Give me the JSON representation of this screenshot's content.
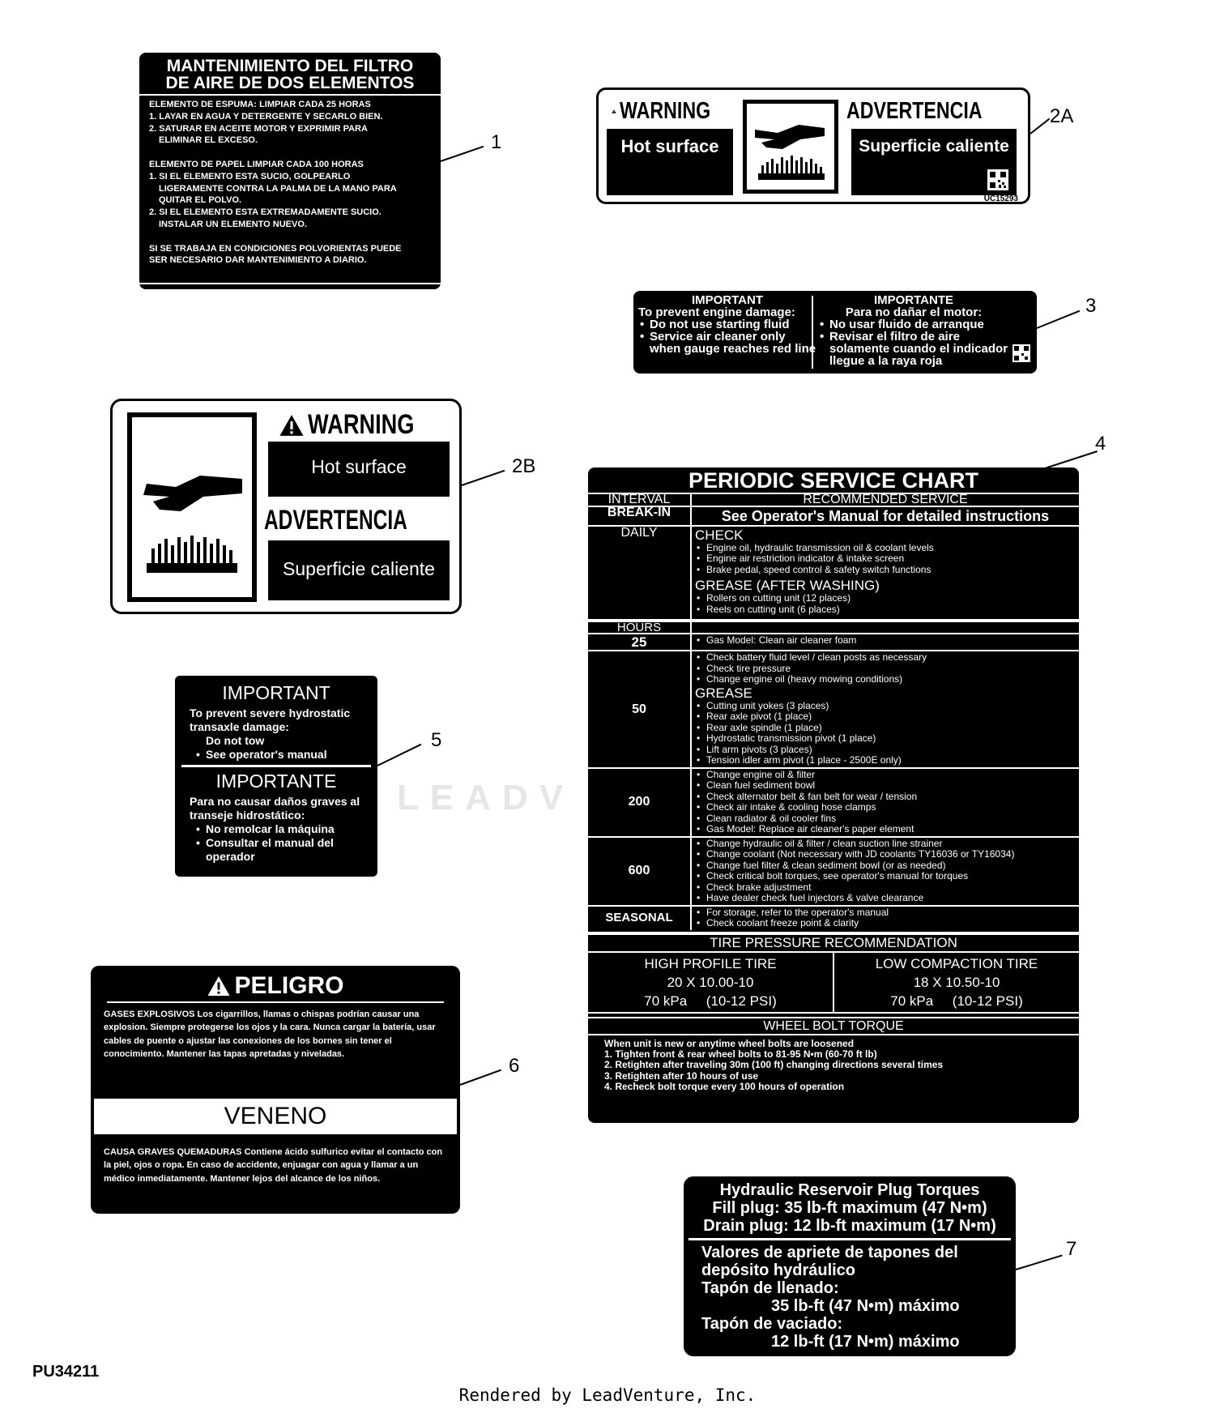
{
  "d1": {
    "title1": "MANTENIMIENTO DEL FILTRO",
    "title2": "DE AIRE DE DOS ELEMENTOS",
    "lines": [
      "ELEMENTO DE ESPUMA: LIMPIAR CADA 25 HORAS",
      "1. LAYAR EN AGUA Y DETERGENTE Y SECARLO BIEN.",
      "2. SATURAR EN ACEITE MOTOR Y EXPRIMIR PARA",
      "ELIMINAR EL EXCESO.",
      "",
      "ELEMENTO DE PAPEL LIMPIAR CADA 100 HORAS",
      "1. SI EL ELEMENTO ESTA SUCIO, GOLPEARLO",
      "LIGERAMENTE CONTRA LA PALMA DE LA MANO PARA",
      "QUITAR EL POLVO.",
      "2. SI EL ELEMENTO ESTA EXTREMADAMENTE SUCIO.",
      "INSTALAR UN ELEMENTO NUEVO.",
      "",
      "SI SE TRABAJA EN CONDICIONES POLVORIENTAS PUEDE",
      "SER NECESARIO DAR MANTENIMIENTO A DIARIO."
    ]
  },
  "d2a": {
    "warning": "WARNING",
    "hot": "Hot surface",
    "advertencia": "ADVERTENCIA",
    "caliente": "Superficie caliente",
    "code": "UC15293"
  },
  "d3": {
    "left_title": "IMPORTANT",
    "left_sub": "To prevent engine damage:",
    "left_items": [
      "Do not use starting fluid",
      "Service air cleaner only when gauge reaches red line"
    ],
    "right_title": "IMPORTANTE",
    "right_sub": "Para no dañar el motor:",
    "right_items": [
      "No usar fluido de arranque",
      "Revisar el filtro de aire solamente cuando el indicador llegue a la raya roja"
    ]
  },
  "d2b": {
    "warning": "WARNING",
    "hot": "Hot surface",
    "advertencia": "ADVERTENCIA",
    "caliente": "Superficie caliente"
  },
  "d5": {
    "title_en": "IMPORTANT",
    "text_en": "To prevent severe hydrostatic transaxle damage:",
    "do_not": "Do not tow",
    "see": "See operator's manual",
    "title_es": "IMPORTANTE",
    "text_es": "Para no causar daños graves al transeje hidrostático:",
    "es_items": [
      "No remolcar la máquina",
      "Consultar el manual del operador"
    ]
  },
  "d6": {
    "peligro": "PELIGRO",
    "gases": "GASES EXPLOSIVOS Los cigarrillos, llamas o chispas podrían causar una explosion. Siempre protegerse los ojos y la cara. Nunca cargar la batería, usar cables de puente o ajustar las conexiones de los bornes sin tener el conocimiento. Mantener las tapas apretadas y niveladas.",
    "veneno": "VENENO",
    "causa": "CAUSA GRAVES QUEMADURAS Contiene ácido sulfurico evitar el contacto con la piel, ojos o ropa. En caso de accidente, enjuagar con agua y llamar a un médico inmediatamente. Mantener lejos del alcance de los niños."
  },
  "d4": {
    "title": "PERIODIC SERVICE CHART",
    "h_interval": "INTERVAL",
    "h_service": "RECOMMENDED SERVICE",
    "breakin": "BREAK-IN",
    "breakin_text": "See Operator's Manual for detailed instructions",
    "daily": "DAILY",
    "check": "CHECK",
    "daily_check": [
      "Engine oil, hydraulic transmission oil & coolant levels",
      "Engine air restriction indicator & intake screen",
      "Brake pedal, speed control & safety switch functions"
    ],
    "grease_after": "GREASE (AFTER WASHING)",
    "daily_grease": [
      "Rollers on cutting unit (12 places)",
      "Reels on cutting unit (6 places)"
    ],
    "hours": "HOURS",
    "h25": "25",
    "h25_items": [
      "Gas Model: Clean air cleaner foam"
    ],
    "h50": "50",
    "h50_items": [
      "Check battery fluid level / clean posts as necessary",
      "Check tire pressure",
      "Change engine oil (heavy mowing conditions)"
    ],
    "grease": "GREASE",
    "h50_grease": [
      "Cutting unit yokes (3 places)",
      "Rear axle pivot (1 place)",
      "Rear axle spindle (1 place)",
      "Hydrostatic transmission pivot (1 place)",
      "Lift arm pivots (3 places)",
      "Tension idler arm pivot (1 place - 2500E only)"
    ],
    "h200": "200",
    "h200_items": [
      "Change engine oil & filter",
      "Clean fuel sediment bowl",
      "Check alternator belt & fan belt for wear / tension",
      "Check air intake & cooling hose clamps",
      "Clean radiator & oil cooler fins",
      "Gas Model: Replace air cleaner's paper element"
    ],
    "h600": "600",
    "h600_items": [
      "Change hydraulic oil & filter / clean suction line strainer",
      "Change coolant (Not necessary with JD coolants TY16036 or TY16034)",
      "Change fuel filter & clean sediment bowl (or as needed)",
      "Check critical bolt torques, see operator's manual for torques",
      "Check brake adjustment",
      "Have dealer check fuel injectors & valve clearance"
    ],
    "seasonal": "SEASONAL",
    "seasonal_items": [
      "For storage, refer to the operator's manual",
      "Check coolant freeze point & clarity"
    ],
    "tire_title": "TIRE PRESSURE RECOMMENDATION",
    "high_profile": "HIGH PROFILE TIRE",
    "high_size": "20 X 10.00-10",
    "high_press": "70 kPa     (10-12 PSI)",
    "low_compact": "LOW COMPACTION TIRE",
    "low_size": "18 X 10.50-10",
    "low_press": "70 kPa     (10-12 PSI)",
    "wheel_title": "WHEEL BOLT TORQUE",
    "wheel_lines": [
      "When unit is new or anytime wheel bolts are loosened",
      "1. Tighten front & rear wheel bolts to 81-95 N•m (60-70 ft lb)",
      "2. Retighten after traveling 30m (100 ft) changing directions several times",
      "3. Retighten after 10 hours of use",
      "4. Recheck bolt torque every 100 hours of operation"
    ]
  },
  "d7": {
    "t1": "Hydraulic Reservoir Plug Torques",
    "t2": "Fill plug: 35 lb-ft maximum (47 N•m)",
    "t3": "Drain plug: 12 lb-ft maximum (17 N•m)",
    "s1": "Valores de apriete de tapones del",
    "s2": "depósito hydráulico",
    "s3": "Tapón de llenado:",
    "s4": "35 lb-ft (47 N•m) máximo",
    "s5": "Tapón de vaciado:",
    "s6": "12 lb-ft (17 N•m) máximo"
  },
  "callouts": {
    "c1": "1",
    "c2a": "2A",
    "c3": "3",
    "c2b": "2B",
    "c4": "4",
    "c5": "5",
    "c6": "6",
    "c7": "7"
  },
  "footer": {
    "code": "PU34211",
    "rendered": "Rendered by LeadVenture, Inc."
  },
  "watermark": "LEADV"
}
